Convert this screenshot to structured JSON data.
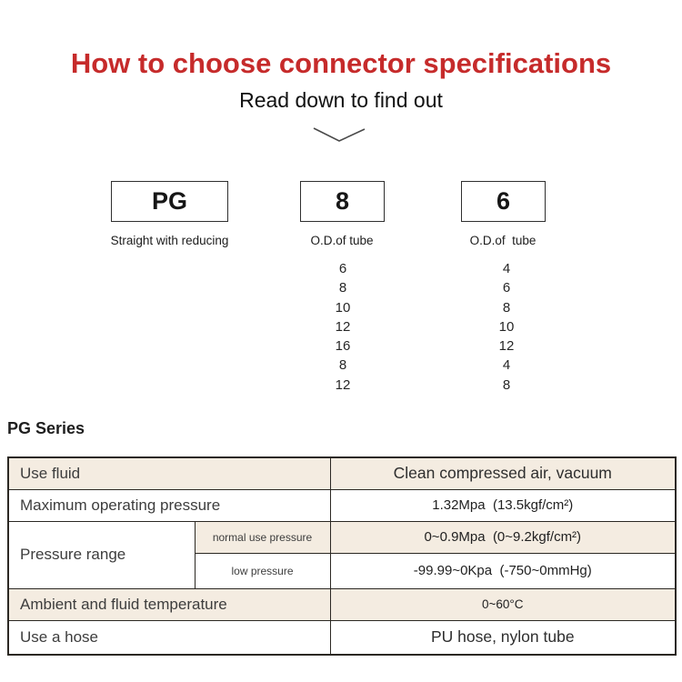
{
  "header": {
    "title": "How to choose connector specifications",
    "subtitle": "Read down to find out",
    "title_color": "#c62b2b",
    "chevron_icon": "chevron-down-icon"
  },
  "breakdown": {
    "segments": [
      {
        "code": "PG",
        "caption": "Straight with reducing",
        "options": []
      },
      {
        "code": "8",
        "caption": "O.D.of tube",
        "options": [
          "6",
          "8",
          "10",
          "12",
          "16",
          "8",
          "12"
        ]
      },
      {
        "code": "6",
        "caption": "O.D.of  tube",
        "options": [
          "4",
          "6",
          "8",
          "10",
          "12",
          "4",
          "8"
        ]
      }
    ]
  },
  "spec_table": {
    "heading": "PG Series",
    "row_accent_color": "#f4ece1",
    "use_fluid": {
      "label": "Use fluid",
      "value": "Clean compressed air, vacuum"
    },
    "max_pressure": {
      "label": "Maximum operating pressure",
      "value": "1.32Mpa  (13.5kgf/cm²)"
    },
    "pressure_range": {
      "label": "Pressure range",
      "normal": {
        "label": "normal use pressure",
        "value": "0~0.9Mpa  (0~9.2kgf/cm²)"
      },
      "low": {
        "label": "low pressure",
        "value": "-99.99~0Kpa  (-750~0mmHg)"
      }
    },
    "ambient": {
      "label": "Ambient and fluid temperature",
      "value": "0~60°C"
    },
    "hose": {
      "label": "Use a hose",
      "value": "PU hose, nylon tube"
    }
  }
}
